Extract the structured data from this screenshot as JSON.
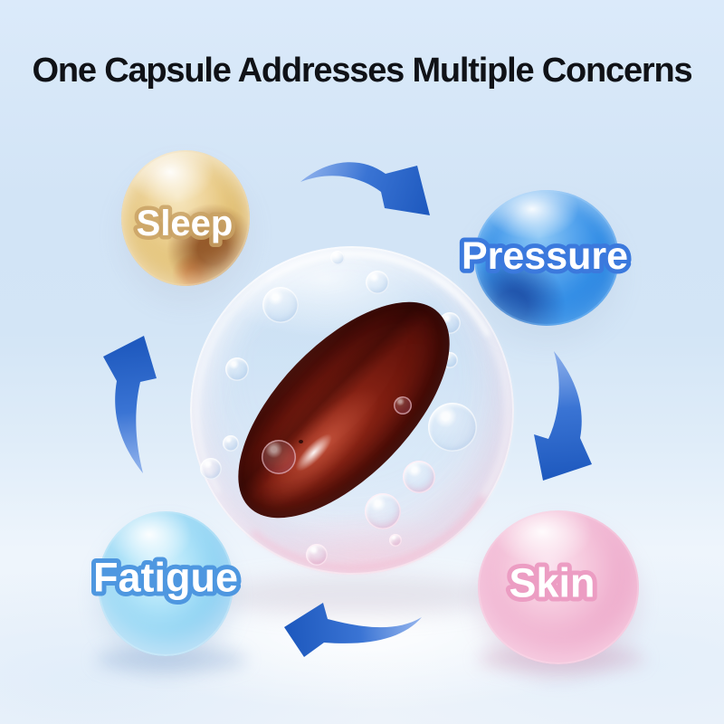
{
  "title": "One Capsule Addresses Multiple Concerns",
  "diagram": {
    "type": "cycle",
    "flow_direction": "clockwise",
    "center_object": "red softgel capsule inside transparent bubble",
    "nodes": [
      {
        "id": "sleep",
        "label": "Sleep",
        "sphere_color": "#e3c277",
        "outline_color": "#c9a265"
      },
      {
        "id": "pressure",
        "label": "Pressure",
        "sphere_color": "#318ce5",
        "outline_color": "#3b79dd"
      },
      {
        "id": "skin",
        "label": "Skin",
        "sphere_color": "#f0b2d0",
        "outline_color": "#ec9dc3"
      },
      {
        "id": "fatigue",
        "label": "Fatigue",
        "sphere_color": "#92d5f4",
        "outline_color": "#4e97e0"
      }
    ],
    "arrows": [
      {
        "from": "sleep",
        "to": "pressure"
      },
      {
        "from": "pressure",
        "to": "skin"
      },
      {
        "from": "skin",
        "to": "fatigue"
      },
      {
        "from": "fatigue",
        "to": "sleep"
      }
    ]
  },
  "colors": {
    "background_top": "#dbeafa",
    "background_bottom": "#edf3fa",
    "title_text": "#101217",
    "arrow_blue": "#2b66c9",
    "capsule_maroon": "#57100a"
  }
}
